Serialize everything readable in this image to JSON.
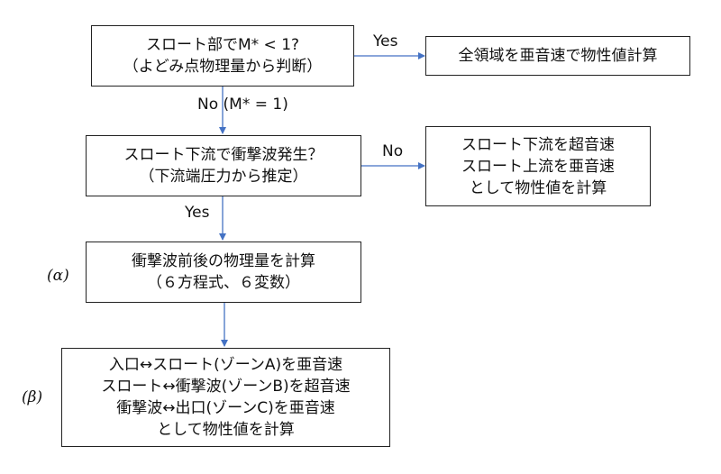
{
  "colors": {
    "arrow": "#4472C4",
    "border": "#222222",
    "text": "#111111"
  },
  "box1": {
    "line1": "スロート部でM* < 1?",
    "line2": "（よどみ点物理量から判断）"
  },
  "box_right1": {
    "line1": "全領域を亜音速で物性値計算"
  },
  "box2": {
    "line1": "スロート下流で衝撃波発生？",
    "line2": "（下流端圧力から推定）"
  },
  "box_right2": {
    "line1": "スロート下流を超音速",
    "line2": "スロート上流を亜音速",
    "line3": "として物性値を計算"
  },
  "box3": {
    "line1": "衝撃波前後の物理量を計算",
    "line2": "（６方程式、６変数）"
  },
  "box4": {
    "line1": "入口↔スロート(ゾーンA)を亜音速",
    "line2": "スロート↔衝撃波(ゾーンB)を超音速",
    "line3": "衝撃波↔出口(ゾーンC)を亜音速",
    "line4": "として物性値を計算"
  },
  "labels": {
    "yes1": "Yes",
    "no1": "No (M* = 1)",
    "no2": "No",
    "yes2": "Yes",
    "alpha": "(α)",
    "beta": "(β)"
  }
}
